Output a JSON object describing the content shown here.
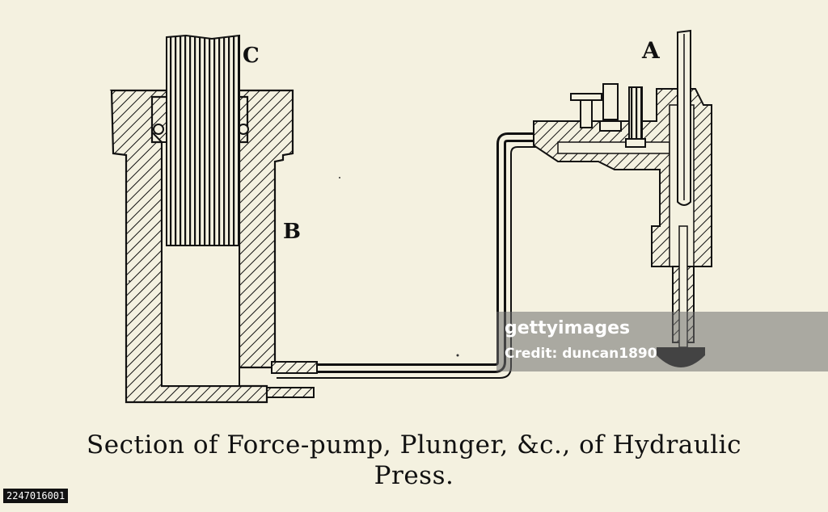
{
  "labels": {
    "a": "A",
    "b": "B",
    "c": "C"
  },
  "caption": {
    "line1": "Section of Force-pump, Plunger, &c., of Hydraulic",
    "line2": "Press."
  },
  "image_id": "2247016001",
  "watermark": {
    "brand": "gettyimages",
    "credit": "Credit: duncan1890"
  },
  "colors": {
    "paper": "#f4f1e0",
    "ink": "#111111"
  }
}
